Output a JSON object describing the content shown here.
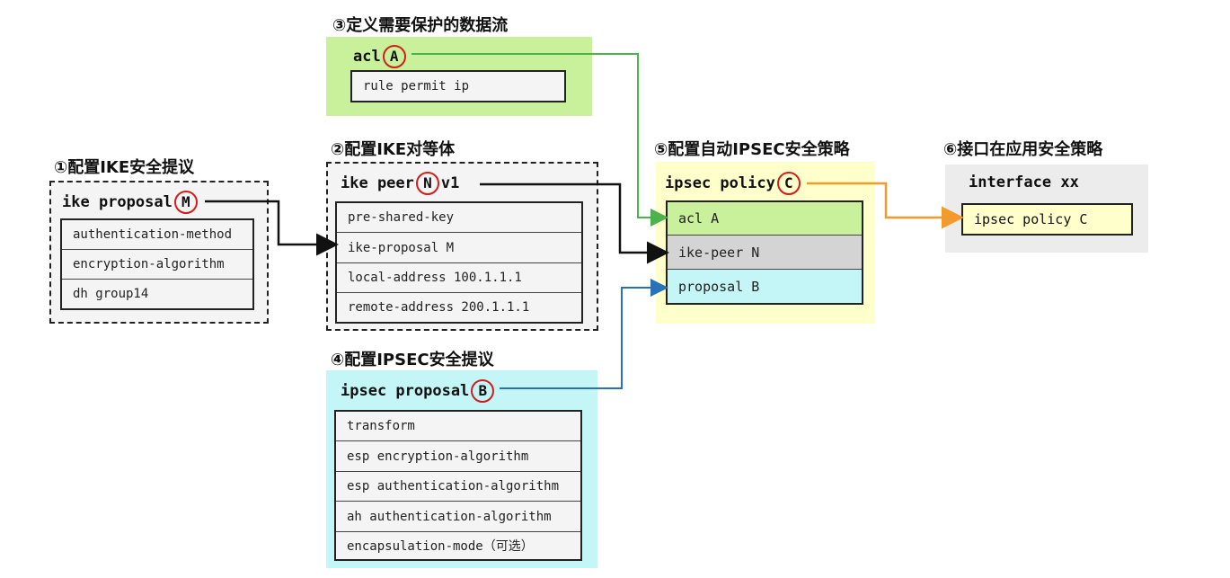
{
  "step3": {
    "title": "③定义需要保护的数据流",
    "head": "acl",
    "tag": "A",
    "rows": [
      "rule permit ip"
    ]
  },
  "step1": {
    "title": "①配置IKE安全提议",
    "head": "ike proposal",
    "tag": "M",
    "rows": [
      "authentication-method",
      "encryption-algorithm",
      "dh group14"
    ]
  },
  "step2": {
    "title": "②配置IKE对等体",
    "head": "ike peer",
    "tag": "N",
    "head_suffix": "v1",
    "rows": [
      "pre-shared-key",
      "ike-proposal M",
      "local-address 100.1.1.1",
      "remote-address 200.1.1.1"
    ]
  },
  "step4": {
    "title": "④配置IPSEC安全提议",
    "head": "ipsec proposal",
    "tag": "B",
    "rows": [
      "transform",
      "esp encryption-algorithm",
      "esp authentication-algorithm",
      "ah authentication-algorithm",
      "encapsulation-mode（可选）"
    ]
  },
  "step5": {
    "title": "⑤配置自动IPSEC安全策略",
    "head": "ipsec policy",
    "tag": "C",
    "rows": [
      "acl A",
      "ike-peer N",
      "proposal B"
    ],
    "row_colors": [
      "#c9f09a",
      "#d4d4d4",
      "#c4f6f8"
    ]
  },
  "step6": {
    "title": "⑥接口在应用安全策略",
    "head": "interface xx",
    "rows": [
      "ipsec policy C"
    ]
  },
  "colors": {
    "green": "#4cb24c",
    "blue": "#2a72b8",
    "orange": "#f39a2c",
    "black": "#111111",
    "circle": "#d21d1d"
  }
}
